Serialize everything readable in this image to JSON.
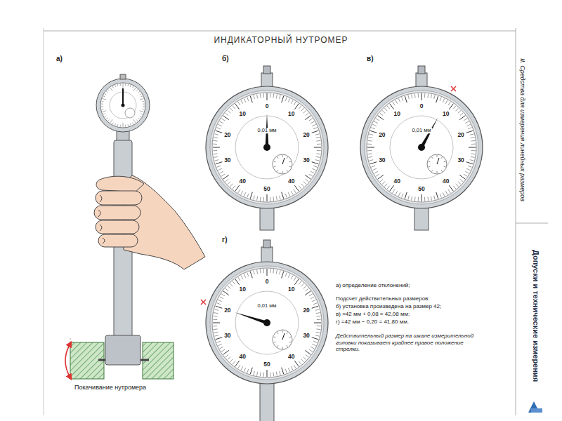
{
  "diagram": {
    "title": "ИНДИКАТОРНЫЙ НУТРОМЕР",
    "nodes": [
      {
        "text": [
          "0,01 мм",
          "0",
          "10",
          "20",
          "30",
          "40",
          "50",
          "40",
          "30",
          "20",
          "10"
        ]
      },
      {
        "text": [
          "0,01 мм",
          "0",
          "10",
          "20",
          "30",
          "40",
          "50",
          "40",
          "30",
          "20",
          "10"
        ]
      },
      {
        "text": [
          "0,01 мм",
          "0",
          "10",
          "20",
          "30",
          "40",
          "50",
          "40",
          "30",
          "20",
          "10"
        ]
      }
    ],
    "labels": [
      "а)",
      "б)",
      "в)",
      "г)",
      "Покачивание нутромера",
      "а) определение отклонений;",
      "Подсчет действительных размеров:",
      "б) установка произведена на размер 42;",
      "в) =42 мм + 0,08 = 42,08 мм;",
      "г) =42 мм − 0,20 = 41,80 мм.",
      "Действительный размер на шкале измерительной головки показывает крайнее правое положение стрелки.",
      "II. Средства для измерения линейных размеров",
      "Допуски и технические измерения"
    ]
  }
}
